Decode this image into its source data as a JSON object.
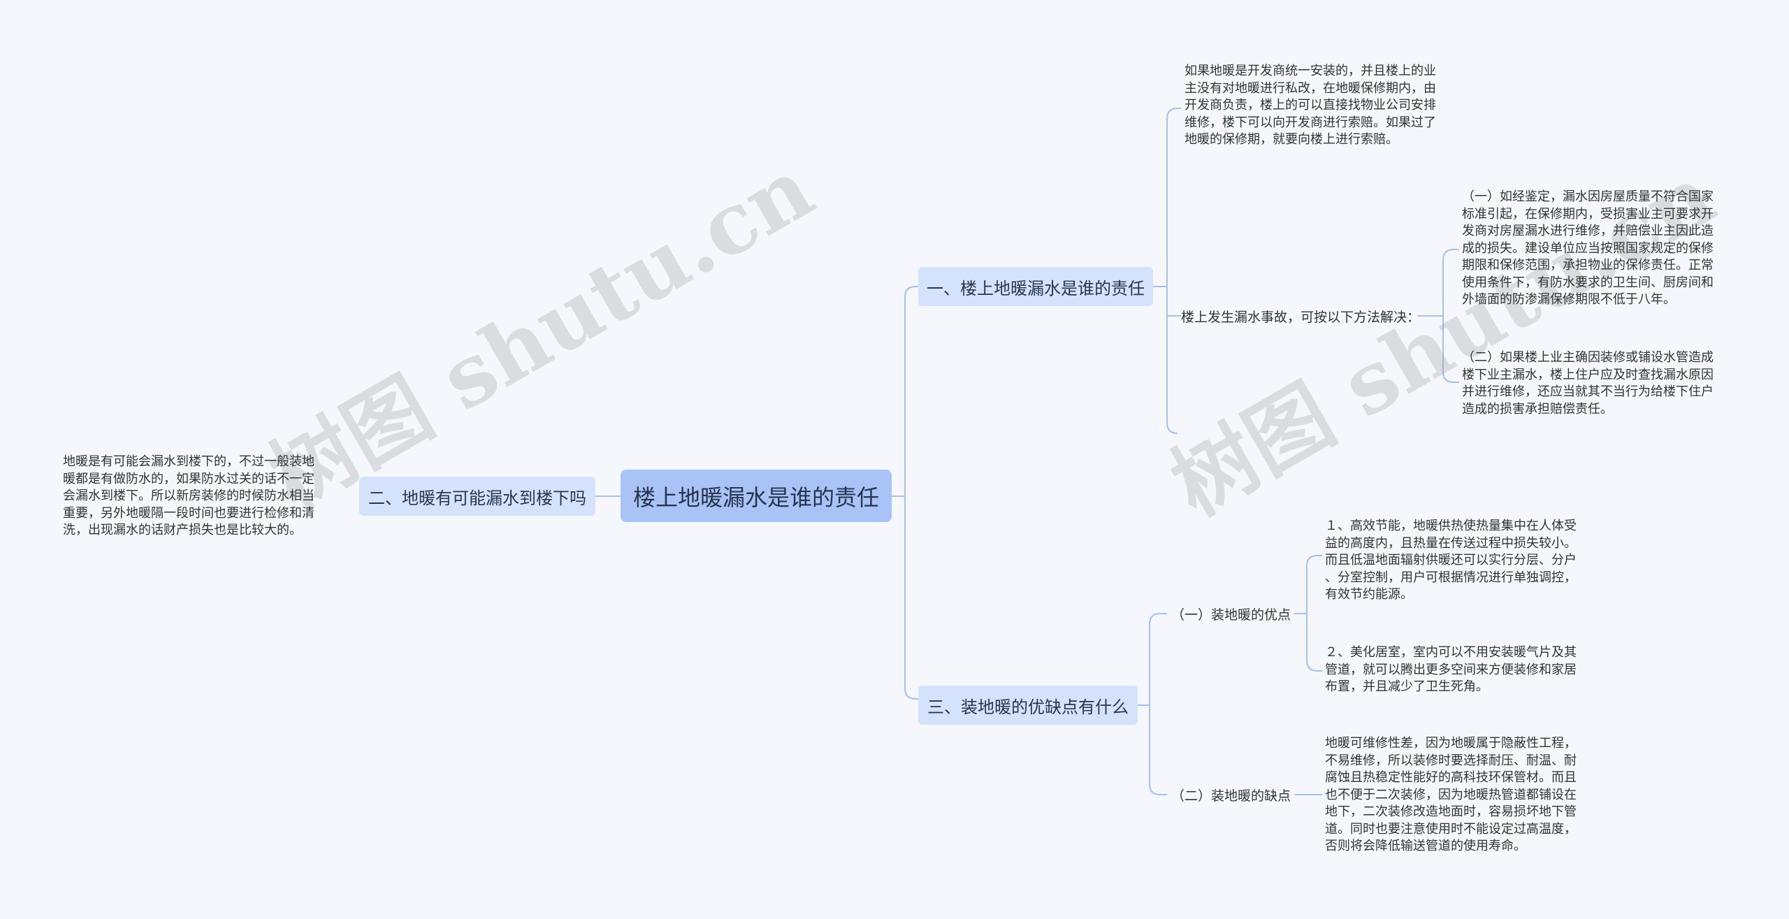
{
  "root": {
    "label": "楼上地暖漏水是谁的责任"
  },
  "branches": {
    "b1": {
      "label": "一、楼上地暖漏水是谁的责任"
    },
    "b2": {
      "label": "二、地暖有可能漏水到楼下吗"
    },
    "b3": {
      "label": "三、装地暖的优缺点有什么"
    }
  },
  "subs": {
    "s_method": {
      "label": "楼上发生漏水事故，可按以下方法解决："
    },
    "s_adv": {
      "label": "（一）装地暖的优点"
    },
    "s_dis": {
      "label": "（二）装地暖的缺点"
    }
  },
  "paragraphs": {
    "p_dev": [
      "如果地暖是开发商统一安装的，并且楼上的业",
      "主没有对地暖进行私改，在地暖保修期内，由",
      "开发商负责，楼上的可以直接找物业公司安排",
      "维修，楼下可以向开发商进行索赔。如果过了",
      "地暖的保修期，就要向楼上进行索赔。"
    ],
    "p_m1": [
      "（一）如经鉴定，漏水因房屋质量不符合国家",
      "标准引起，在保修期内，受损害业主可要求开",
      "发商对房屋漏水进行维修，并赔偿业主因此造",
      "成的损失。建设单位应当按照国家规定的保修",
      "期限和保修范围，承担物业的保修责任。正常",
      "使用条件下，有防水要求的卫生间、厨房间和",
      "外墙面的防渗漏保修期限不低于八年。"
    ],
    "p_m2": [
      "（二）如果楼上业主确因装修或铺设水管造成",
      "楼下业主漏水，楼上住户应及时查找漏水原因",
      "并进行维修，还应当就其不当行为给楼下住户",
      "造成的损害承担赔偿责任。"
    ],
    "p_left": [
      "地暖是有可能会漏水到楼下的，不过一般装地",
      "暖都是有做防水的，如果防水过关的话不一定",
      "会漏水到楼下。所以新房装修的时候防水相当",
      "重要，另外地暖隔一段时间也要进行检修和清",
      "洗，出现漏水的话财产损失也是比较大的。"
    ],
    "p_a1": [
      "１、高效节能，地暖供热使热量集中在人体受",
      "益的高度内，且热量在传送过程中损失较小。",
      "而且低温地面辐射供暖还可以实行分层、分户",
      "、分室控制，用户可根据情况进行单独调控，",
      "有效节约能源。"
    ],
    "p_a2": [
      "２、美化居室，室内可以不用安装暖气片及其",
      "管道，就可以腾出更多空间来方便装修和家居",
      "布置，并且减少了卫生死角。"
    ],
    "p_d1": [
      "地暖可维修性差，因为地暖属于隐蔽性工程，",
      "不易维修，所以装修时要选择耐压、耐温、耐",
      "腐蚀且热稳定性能好的高科技环保管材。而且",
      "也不便于二次装修，因为地暖热管道都铺设在",
      "地下，二次装修改造地面时，容易损坏地下管",
      "道。同时也要注意使用时不能设定过高温度，",
      "否则将会降低输送管道的使用寿命。"
    ]
  },
  "watermarks": [
    "树图 shutu.cn",
    "树图 shutu.cn"
  ],
  "colors": {
    "line": "#a9bfe9",
    "root_fill": "#a9c3f6",
    "branch_fill": "#d5e2fb",
    "background": "#f5f7fc"
  }
}
